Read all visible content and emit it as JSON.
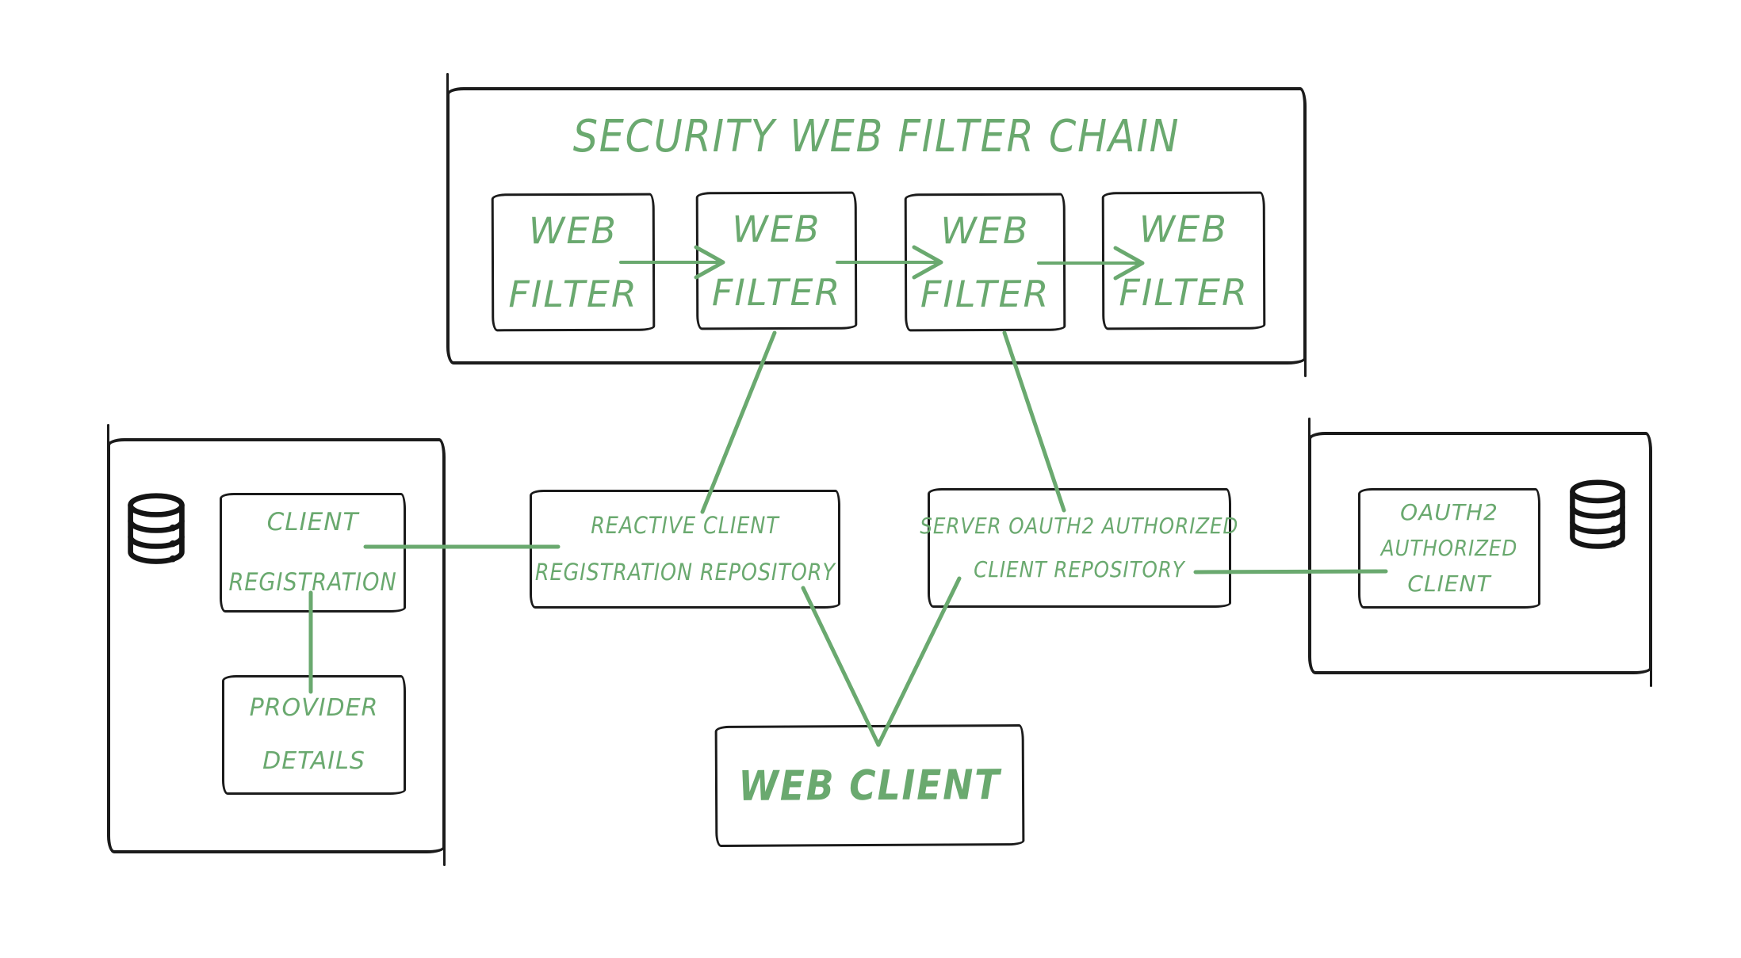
{
  "colors": {
    "green": "#6aa96f",
    "ink": "#1b1b1b",
    "background": "#ffffff"
  },
  "security_chain": {
    "title": "SECURITY WEB FILTER CHAIN",
    "filters": [
      {
        "line1": "WEB",
        "line2": "FILTER"
      },
      {
        "line1": "WEB",
        "line2": "FILTER"
      },
      {
        "line1": "WEB",
        "line2": "FILTER"
      },
      {
        "line1": "WEB",
        "line2": "FILTER"
      }
    ]
  },
  "client_registration_store": {
    "client_registration": {
      "line1": "CLIENT",
      "line2": "REGISTRATION"
    },
    "provider_details": {
      "line1": "PROVIDER",
      "line2": "DETAILS"
    }
  },
  "reactive_repository": {
    "line1": "REACTIVE CLIENT",
    "line2": "REGISTRATION REPOSITORY"
  },
  "server_repository": {
    "line1": "SERVER OAUTH2 AUTHORIZED",
    "line2": "CLIENT REPOSITORY"
  },
  "authorized_client_store": {
    "oauth2_authorized_client": {
      "line1": "OAUTH2",
      "line2": "AUTHORIZED",
      "line3": "CLIENT"
    }
  },
  "web_client": {
    "label": "WEB CLIENT"
  },
  "icons": {
    "left_store": "database-icon",
    "right_store": "database-icon"
  },
  "edges": [
    {
      "from": "web-filter-1",
      "to": "web-filter-2",
      "type": "arrow"
    },
    {
      "from": "web-filter-2",
      "to": "web-filter-3",
      "type": "arrow"
    },
    {
      "from": "web-filter-3",
      "to": "web-filter-4",
      "type": "arrow"
    },
    {
      "from": "web-filter-2",
      "to": "reactive-client-registration-repository",
      "type": "line"
    },
    {
      "from": "web-filter-3",
      "to": "server-oauth2-authorized-client-repository",
      "type": "line"
    },
    {
      "from": "client-registration",
      "to": "reactive-client-registration-repository",
      "type": "line"
    },
    {
      "from": "client-registration",
      "to": "provider-details",
      "type": "line"
    },
    {
      "from": "server-oauth2-authorized-client-repository",
      "to": "oauth2-authorized-client",
      "type": "line"
    },
    {
      "from": "reactive-client-registration-repository",
      "to": "web-client",
      "type": "line"
    },
    {
      "from": "server-oauth2-authorized-client-repository",
      "to": "web-client",
      "type": "line"
    }
  ]
}
